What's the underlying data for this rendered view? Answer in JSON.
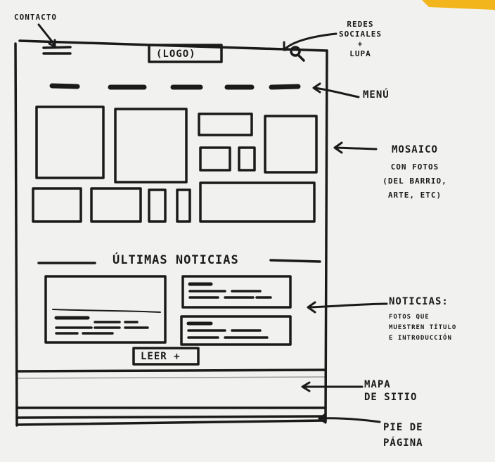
{
  "wireframe": {
    "logo_label": "(LOGO)",
    "section_title": "ÚLTIMAS NOTICIAS",
    "read_more_button": "LEER +",
    "icons": [
      "hamburger-icon",
      "search-icon"
    ]
  },
  "annotations": {
    "contacto": "CONTACTO",
    "redes": [
      "REDES",
      "SOCIALES",
      "+",
      "LUPA"
    ],
    "menu": "MENÚ",
    "mosaico": [
      "MOSAICO",
      "CON FOTOS",
      "(DEL BARRIO,",
      "ARTE, ETC)"
    ],
    "noticias": [
      "NOTICIAS:",
      "FOTOS QUE",
      "MUESTREN TÍTULO",
      "E INTRODUCCIÓN"
    ],
    "mapa": [
      "MAPA",
      "DE SITIO"
    ],
    "pie": [
      "PIE DE",
      "PÁGINA"
    ]
  },
  "colors": {
    "ink": "#1a1a1a",
    "paper": "#f1f1ef",
    "accent": "#f2b51c"
  }
}
